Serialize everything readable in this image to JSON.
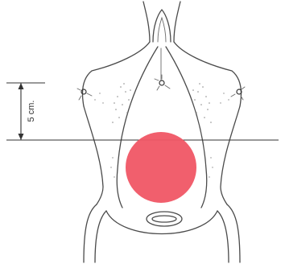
{
  "figure": {
    "measurement_label": "5 cm.",
    "colors": {
      "target_circle": "#f05665",
      "line": "#4a4a4a",
      "stipple": "#8a8a8a",
      "background": "#ffffff"
    },
    "markers": [
      "left-nipple-marker",
      "xiphoid-marker",
      "right-nipple-marker"
    ]
  }
}
